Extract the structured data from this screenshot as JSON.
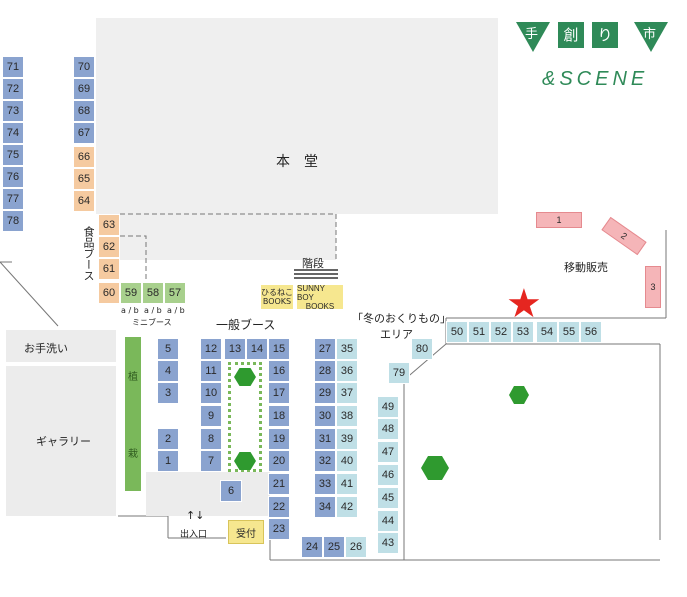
{
  "title": {
    "main_hall": "本　堂",
    "stairs": "階段"
  },
  "logo": {
    "chars": [
      "手",
      "創",
      "り",
      "市"
    ],
    "subtitle": "&SCENE"
  },
  "areas": {
    "food_booth": "食品ブース",
    "mini_booth": "ミニブース",
    "mini_booth_slots": [
      "a / b",
      "a / b",
      "a / b"
    ],
    "general_booth": "一般ブース",
    "winter_gift_area_line1": "「冬のおくりもの」",
    "winter_gift_area_line2": "エリア",
    "mobile_sales": "移動販売",
    "restroom": "お手洗い",
    "gallery": "ギャラリー",
    "planting": [
      "植",
      "栽"
    ],
    "entrance": "出入口",
    "entrance_arrows": "↑↓",
    "reception": "受付",
    "sponsor1_line1": "ひるねこ",
    "sponsor1_line2": "BOOKS",
    "sponsor2_line1": "SUNNY BOY",
    "sponsor2_line2": "BOOKS"
  },
  "booths": {
    "left_column": [
      "71",
      "72",
      "73",
      "74",
      "75",
      "76",
      "77",
      "78"
    ],
    "food_column_blue": [
      "70",
      "69",
      "68",
      "67"
    ],
    "food_column_orange": [
      "66",
      "65",
      "64"
    ],
    "food_column_lower": [
      "63",
      "62",
      "61",
      "60"
    ],
    "mini": [
      "59",
      "58",
      "57"
    ],
    "col_5_1": [
      "5",
      "4",
      "3",
      "2",
      "1"
    ],
    "col_12_7": [
      "12",
      "11",
      "10",
      "9",
      "8",
      "7"
    ],
    "pair_13_14": [
      "13",
      "14"
    ],
    "col_15_23": [
      "15",
      "16",
      "17",
      "18",
      "19",
      "20",
      "21",
      "22",
      "23"
    ],
    "single_6": "6",
    "bottom_24_26": [
      "24",
      "25",
      "26"
    ],
    "col_27_34": [
      "27",
      "28",
      "29",
      "30",
      "31",
      "32",
      "33",
      "34"
    ],
    "col_35_42": [
      "35",
      "36",
      "37",
      "38",
      "39",
      "40",
      "41",
      "42"
    ],
    "col_49_43": [
      "49",
      "48",
      "47",
      "46",
      "45",
      "44",
      "43"
    ],
    "diagonal": [
      "80",
      "79"
    ],
    "top_row_50_56": [
      "50",
      "51",
      "52",
      "53",
      "54",
      "55",
      "56"
    ],
    "mobile_sales_stalls": [
      "1",
      "2",
      "3"
    ]
  },
  "colors": {
    "general_booth": "#8aa3cf",
    "food_booth": "#f5caa0",
    "mini_booth": "#a8d08d",
    "winter_area_booth": "#bfdfe6",
    "mobile_sales_booth": "#f5b5b8",
    "planting": "#7ab85a",
    "tree": "#2f9a2f",
    "marker_star": "#e52620",
    "logo": "#2f8a58"
  }
}
